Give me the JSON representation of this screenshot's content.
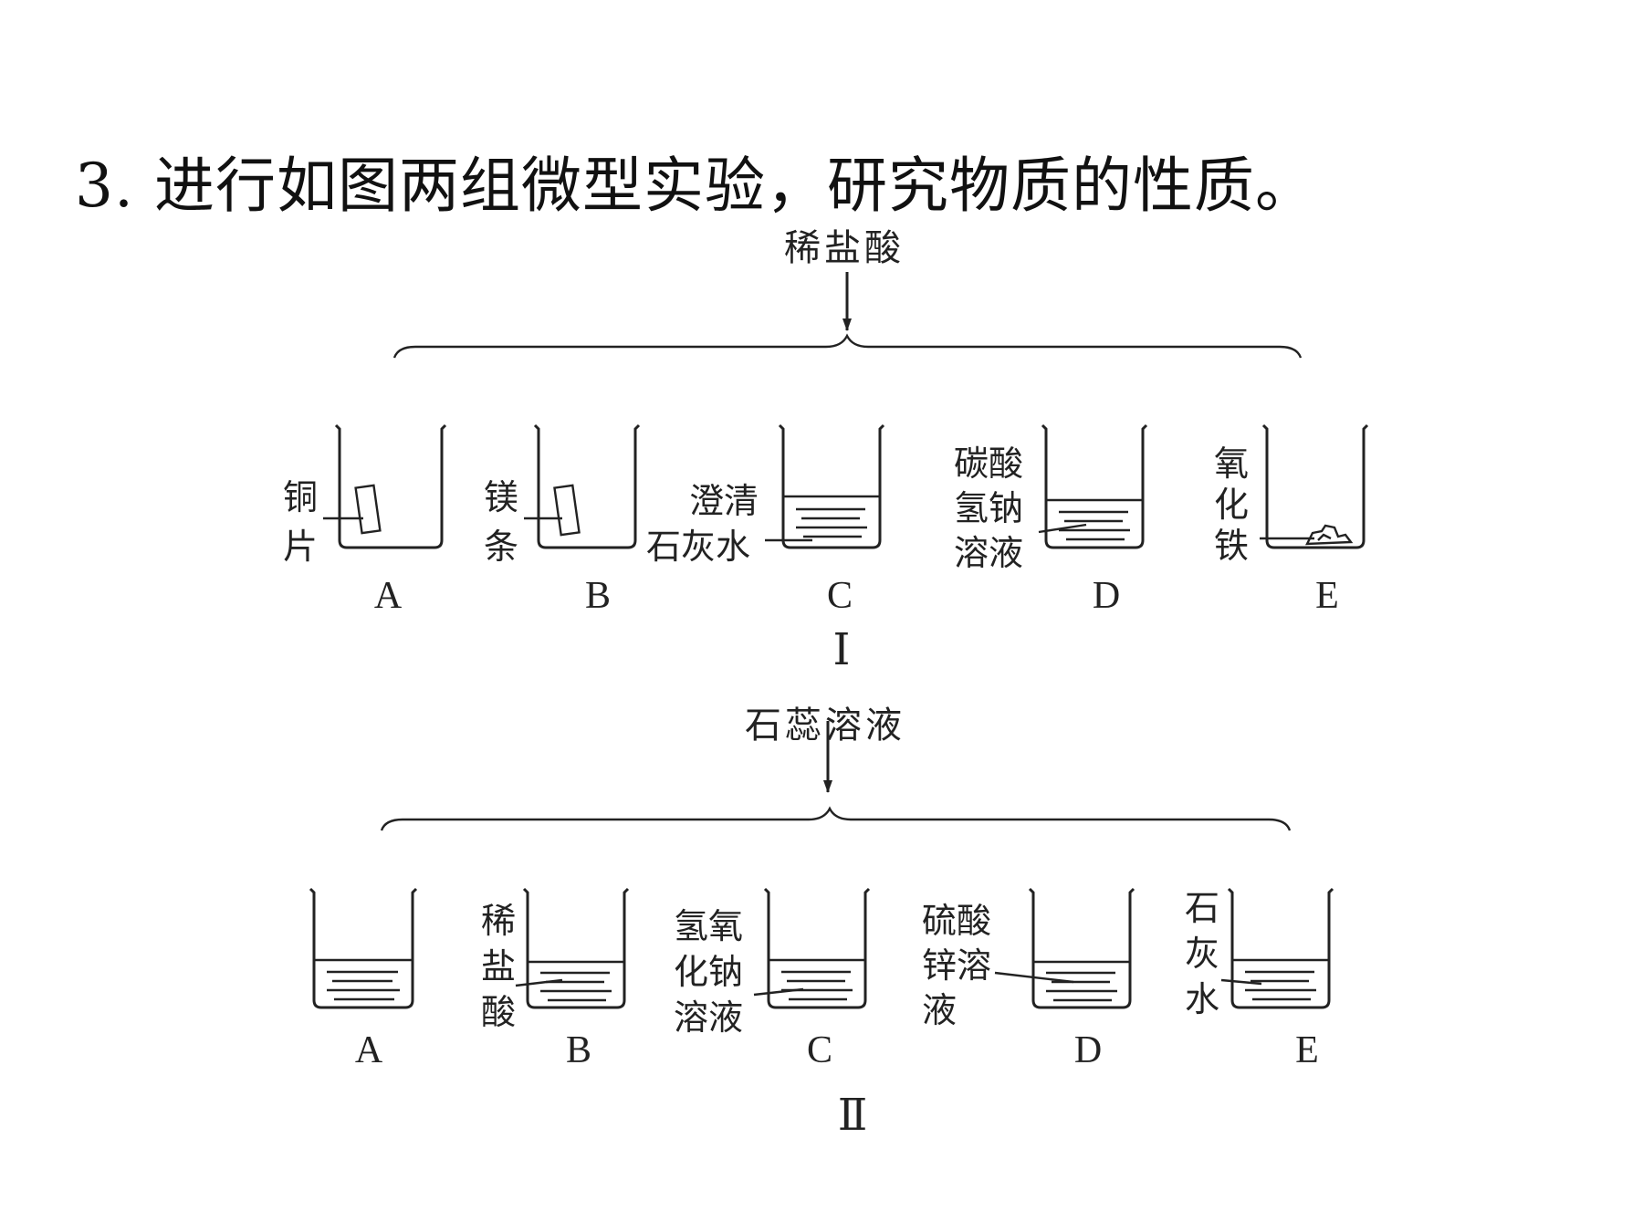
{
  "question": {
    "text": "3. 进行如图两组微型实验，研究物质的性质。"
  },
  "group1": {
    "numeral": "Ⅰ",
    "reagent": "稀盐酸",
    "beakers": [
      {
        "letter": "A",
        "label": [
          "铜",
          "片"
        ]
      },
      {
        "letter": "B",
        "label": [
          "镁",
          "条"
        ]
      },
      {
        "letter": "C",
        "label": [
          "澄清",
          "石灰水"
        ]
      },
      {
        "letter": "D",
        "label": [
          "碳酸",
          "氢钠",
          "溶液"
        ]
      },
      {
        "letter": "E",
        "label": [
          "氧",
          "化",
          "铁"
        ]
      }
    ]
  },
  "group2": {
    "numeral": "Ⅱ",
    "reagent": "石蕊溶液",
    "beakers": [
      {
        "letter": "A",
        "label": []
      },
      {
        "letter": "B",
        "label": [
          "稀",
          "盐",
          "酸"
        ]
      },
      {
        "letter": "C",
        "label": [
          "氢氧",
          "化钠",
          "溶液"
        ]
      },
      {
        "letter": "D",
        "label": [
          "硫酸",
          "锌溶",
          "液"
        ]
      },
      {
        "letter": "E",
        "label": [
          "石",
          "灰",
          "水"
        ]
      }
    ]
  }
}
